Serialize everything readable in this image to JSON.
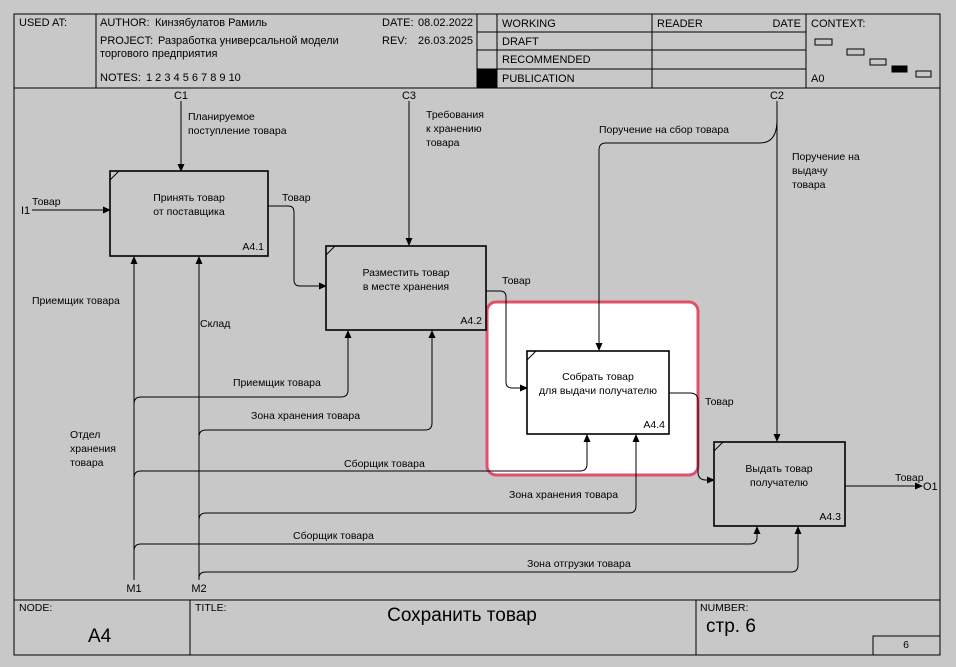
{
  "header": {
    "used_at_label": "USED AT:",
    "author_label": "AUTHOR:",
    "author": "Кинзябулатов Рамиль",
    "project_label": "PROJECT:",
    "project_line1": "Разработка универсальной модели",
    "project_line2": "торгового предприятия",
    "notes_label": "NOTES:",
    "notes": "1  2  3  4  5  6  7  8  9  10",
    "date_label": "DATE:",
    "date": "08.02.2022",
    "rev_label": "REV:",
    "rev": "26.03.2025",
    "status": [
      "WORKING",
      "DRAFT",
      "RECOMMENDED",
      "PUBLICATION"
    ],
    "reader_label": "READER",
    "reader_date_label": "DATE",
    "context_label": "CONTEXT:",
    "context_node": "A0"
  },
  "boxes": [
    {
      "title_line1": "Принять товар",
      "title_line2": "от поставщика",
      "id": "A4.1"
    },
    {
      "title_line1": "Разместить товар",
      "title_line2": "в месте хранения",
      "id": "A4.2"
    },
    {
      "title_line1": "Собрать товар",
      "title_line2": "для выдачи получателю",
      "id": "A4.4"
    },
    {
      "title_line1": "Выдать товар",
      "title_line2": "получателю",
      "id": "A4.3"
    }
  ],
  "tunnels": {
    "c1": "C1",
    "c2": "C2",
    "c3": "C3",
    "i1": "I1",
    "o1": "O1",
    "m1": "M1",
    "m2": "M2"
  },
  "arrow_labels": {
    "c1_line1": "Планируемое",
    "c1_line2": "поступление товара",
    "c3_line1": "Требования",
    "c3_line2": "к хранению",
    "c3_line3": "товара",
    "c2_sbor": "Поручение на сбор товара",
    "c2_vyd_line1": "Поручение на",
    "c2_vyd_line2": "выдачу",
    "c2_vyd_line3": "товара",
    "i1_tovar": "Товар",
    "a41_tovar": "Товар",
    "a42_tovar": "Товар",
    "a44_tovar": "Товар",
    "o1_tovar": "Товар",
    "m_priemshik_left": "Приемщик товара",
    "m_sklad": "Склад",
    "m_priemshik": "Приемщик товара",
    "m_zona_hran": "Зона хранения товара",
    "m_otdel_line1": "Отдел",
    "m_otdel_line2": "хранения",
    "m_otdel_line3": "товара",
    "m_sborshik": "Сборщик товара",
    "m_zona_hran2": "Зона хранения товара",
    "m_sborshik2": "Сборщик товара",
    "m_zona_otgr": "Зона отгрузки товара"
  },
  "footer": {
    "node_label": "NODE:",
    "node": "A4",
    "title_label": "TITLE:",
    "title": "Сохранить товар",
    "number_label": "NUMBER:",
    "number": "стр. 6",
    "page": "6"
  },
  "colors": {
    "background": "#c8c8c8",
    "highlight": "#e0506a",
    "publication_fill": "#000000"
  }
}
